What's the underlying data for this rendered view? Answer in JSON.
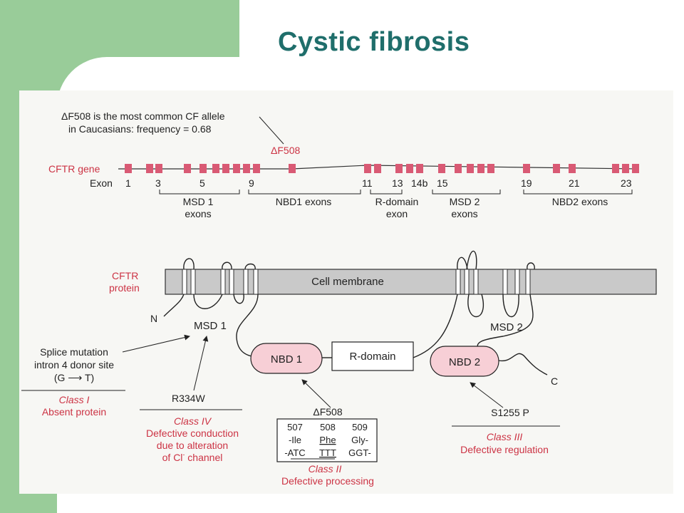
{
  "slide": {
    "title": "Cystic fibrosis"
  },
  "colors": {
    "title": "#1f6e6b",
    "exon": "#d95a74",
    "label_red": "#cc3344",
    "nbd_fill": "#f7cfd6",
    "membrane": "#c9c9c9",
    "side_band": "#99cc99"
  },
  "gene": {
    "note_line1": "ΔF508 is the most common CF allele",
    "note_line2": "in Caucasians: frequency = 0.68",
    "df508_marker": "ΔF508",
    "label": "CFTR gene",
    "exon_row_label": "Exon",
    "exon_numbers": [
      "1",
      "3",
      "5",
      "9",
      "11",
      "13",
      "14b",
      "15",
      "19",
      "21",
      "23"
    ],
    "groups": {
      "msd1_line1": "MSD 1",
      "msd1_line2": "exons",
      "nbd1": "NBD1 exons",
      "rdomain_line1": "R-domain",
      "rdomain_line2": "exon",
      "msd2_line1": "MSD 2",
      "msd2_line2": "exons",
      "nbd2": "NBD2 exons"
    }
  },
  "protein": {
    "label_line1": "CFTR",
    "label_line2": "protein",
    "membrane": "Cell membrane",
    "n_terminus": "N",
    "c_terminus": "C",
    "msd1": "MSD 1",
    "msd2": "MSD 2",
    "nbd1": "NBD 1",
    "nbd2": "NBD 2",
    "rdomain": "R-domain"
  },
  "mutations": {
    "splice_line1": "Splice mutation",
    "splice_line2": "intron 4 donor site",
    "splice_line3": "(G ⟶ T)",
    "r334w": "R334W",
    "df508": "ΔF508",
    "s1255p": "S1255 P",
    "codons": {
      "positions": [
        "507",
        "508",
        "509"
      ],
      "amino_acids": [
        "-Ile",
        "Phe",
        "Gly-"
      ],
      "sequence": [
        "-ATC",
        "TTT",
        "GGT-"
      ]
    }
  },
  "classes": {
    "class1_name": "Class I",
    "class1_desc": "Absent protein",
    "class2_name": "Class II",
    "class2_desc": "Defective processing",
    "class3_name": "Class III",
    "class3_desc": "Defective regulation",
    "class4_name": "Class IV",
    "class4_line1": "Defective conduction",
    "class4_line2": "due to alteration",
    "class4_line3a": "of Cl",
    "class4_line3b": "-",
    "class4_line3c": " channel"
  }
}
